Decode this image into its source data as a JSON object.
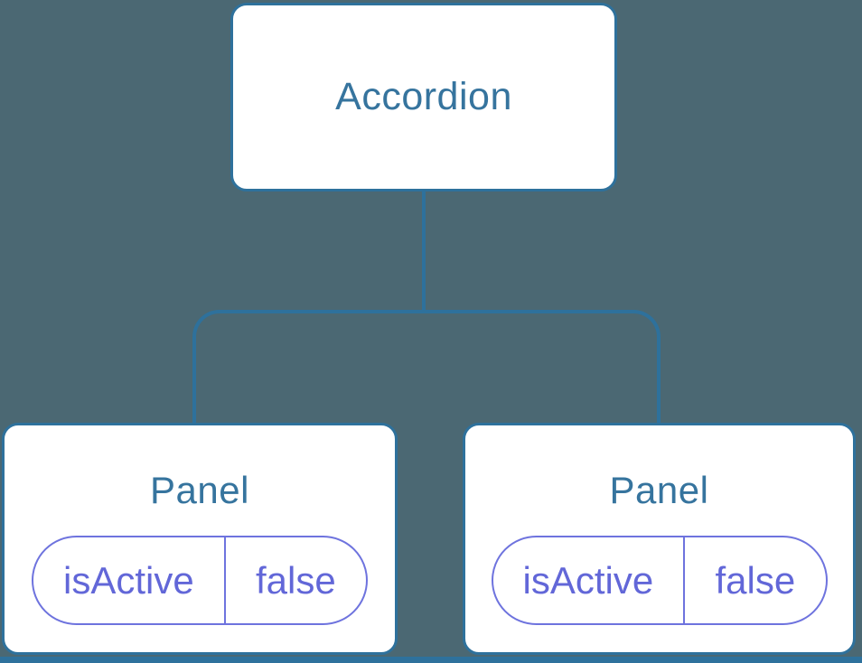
{
  "colors": {
    "background": "#4B6873",
    "line": "#2E719C",
    "node-fill": "#FFFFFF",
    "node-text": "#36749E",
    "state-line": "#6E73DE",
    "state-text": "#6267D8"
  },
  "tree": {
    "root": {
      "label": "Accordion"
    },
    "panels": [
      {
        "label": "Panel",
        "state": {
          "key": "isActive",
          "value": "false"
        }
      },
      {
        "label": "Panel",
        "state": {
          "key": "isActive",
          "value": "false"
        }
      }
    ]
  }
}
